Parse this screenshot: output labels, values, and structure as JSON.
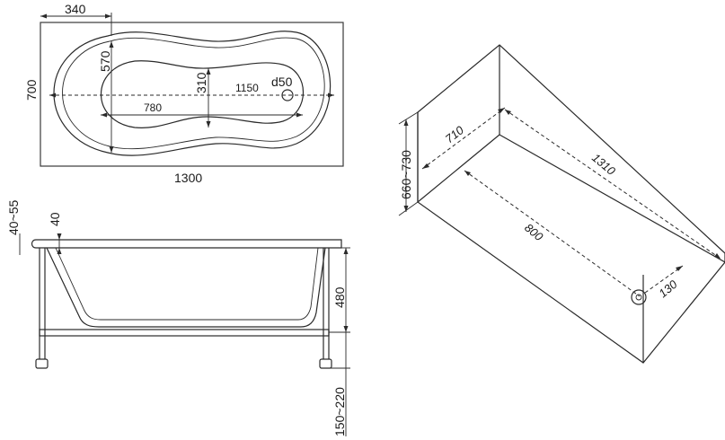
{
  "colors": {
    "line": "#2a2a2a",
    "background": "#ffffff"
  },
  "top_view": {
    "width_label": "340",
    "depth_label": "700",
    "length_label": "1300",
    "inner_depth_label": "570",
    "bottom_depth_label": "310",
    "inner_length_label": "1150",
    "bottom_length_label": "780",
    "drain_label": "d50"
  },
  "side_view": {
    "rim_label": "40~55",
    "rim_thickness_label": "40",
    "height_label": "480",
    "legs_label": "150~220"
  },
  "box_view": {
    "height_label": "660~730",
    "width_label": "710",
    "length_label": "1310",
    "inner_length_label": "800",
    "drain_offset_label": "130"
  }
}
